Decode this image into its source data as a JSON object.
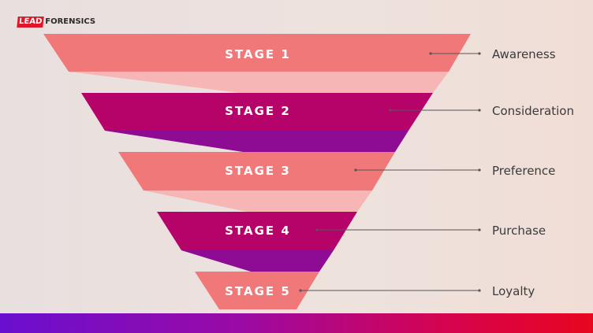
{
  "logo": {
    "part1": "LEAD",
    "part2": "FORENSICS"
  },
  "colors": {
    "coral": "#f07878",
    "magenta": "#b5036a",
    "pink_connector": "#f7b6b6",
    "purple_connector": "#8e0b94",
    "leader_line": "#555555"
  },
  "stages": [
    {
      "title": "STAGE 1",
      "label": "Awareness",
      "color": "coral"
    },
    {
      "title": "STAGE 2",
      "label": "Consideration",
      "color": "magenta"
    },
    {
      "title": "STAGE 3",
      "label": "Preference",
      "color": "coral"
    },
    {
      "title": "STAGE 4",
      "label": "Purchase",
      "color": "magenta"
    },
    {
      "title": "STAGE 5",
      "label": "Loyalty",
      "color": "coral"
    }
  ]
}
